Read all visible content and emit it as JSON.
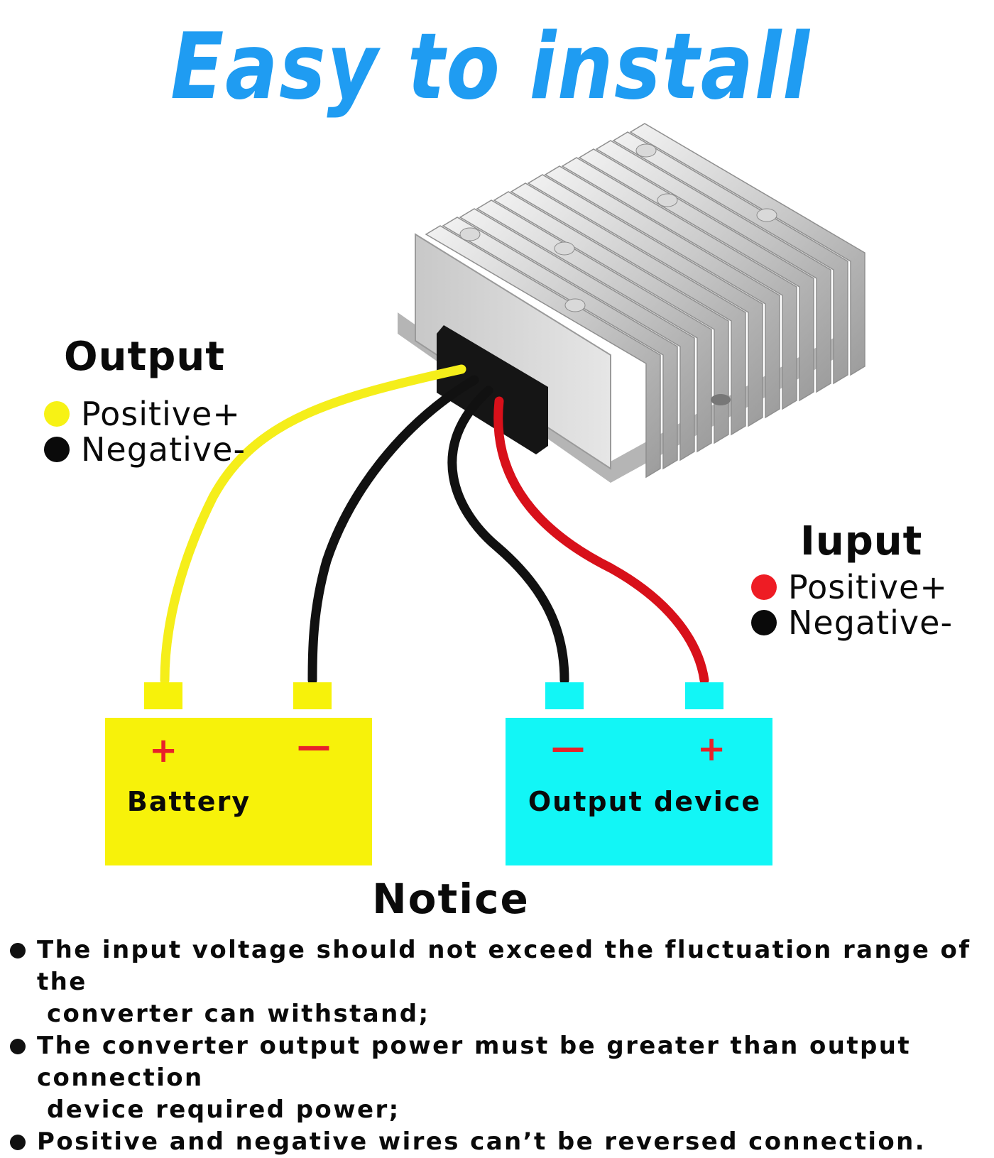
{
  "headline": "Easy to install",
  "output_group": {
    "title": "Output",
    "legend": [
      {
        "label": "Positive+",
        "color": "#f7f215"
      },
      {
        "label": "Negative-",
        "color": "#0a0a0a"
      }
    ]
  },
  "input_group": {
    "title": "Iuput",
    "legend": [
      {
        "label": "Positive+",
        "color": "#ee1c24"
      },
      {
        "label": "Negative-",
        "color": "#0a0a0a"
      }
    ]
  },
  "battery": {
    "label": "Battery",
    "plus": "+",
    "minus": "—",
    "color": "#f7f20a"
  },
  "output_device": {
    "label": "Output device",
    "plus": "+",
    "minus": "—",
    "color": "#12f6f6"
  },
  "notice": {
    "title": "Notice",
    "items": [
      {
        "line1": "The input voltage should not exceed the fluctuation range of the",
        "line2": "converter can withstand;"
      },
      {
        "line1": "The converter output power must be greater than output connection",
        "line2": "device required power;"
      },
      {
        "line1": "Positive and negative wires can’t be reversed connection.",
        "line2": ""
      }
    ]
  },
  "wire_colors": {
    "yellow": "#f5ee1a",
    "black": "#111111",
    "red": "#d8101a"
  }
}
